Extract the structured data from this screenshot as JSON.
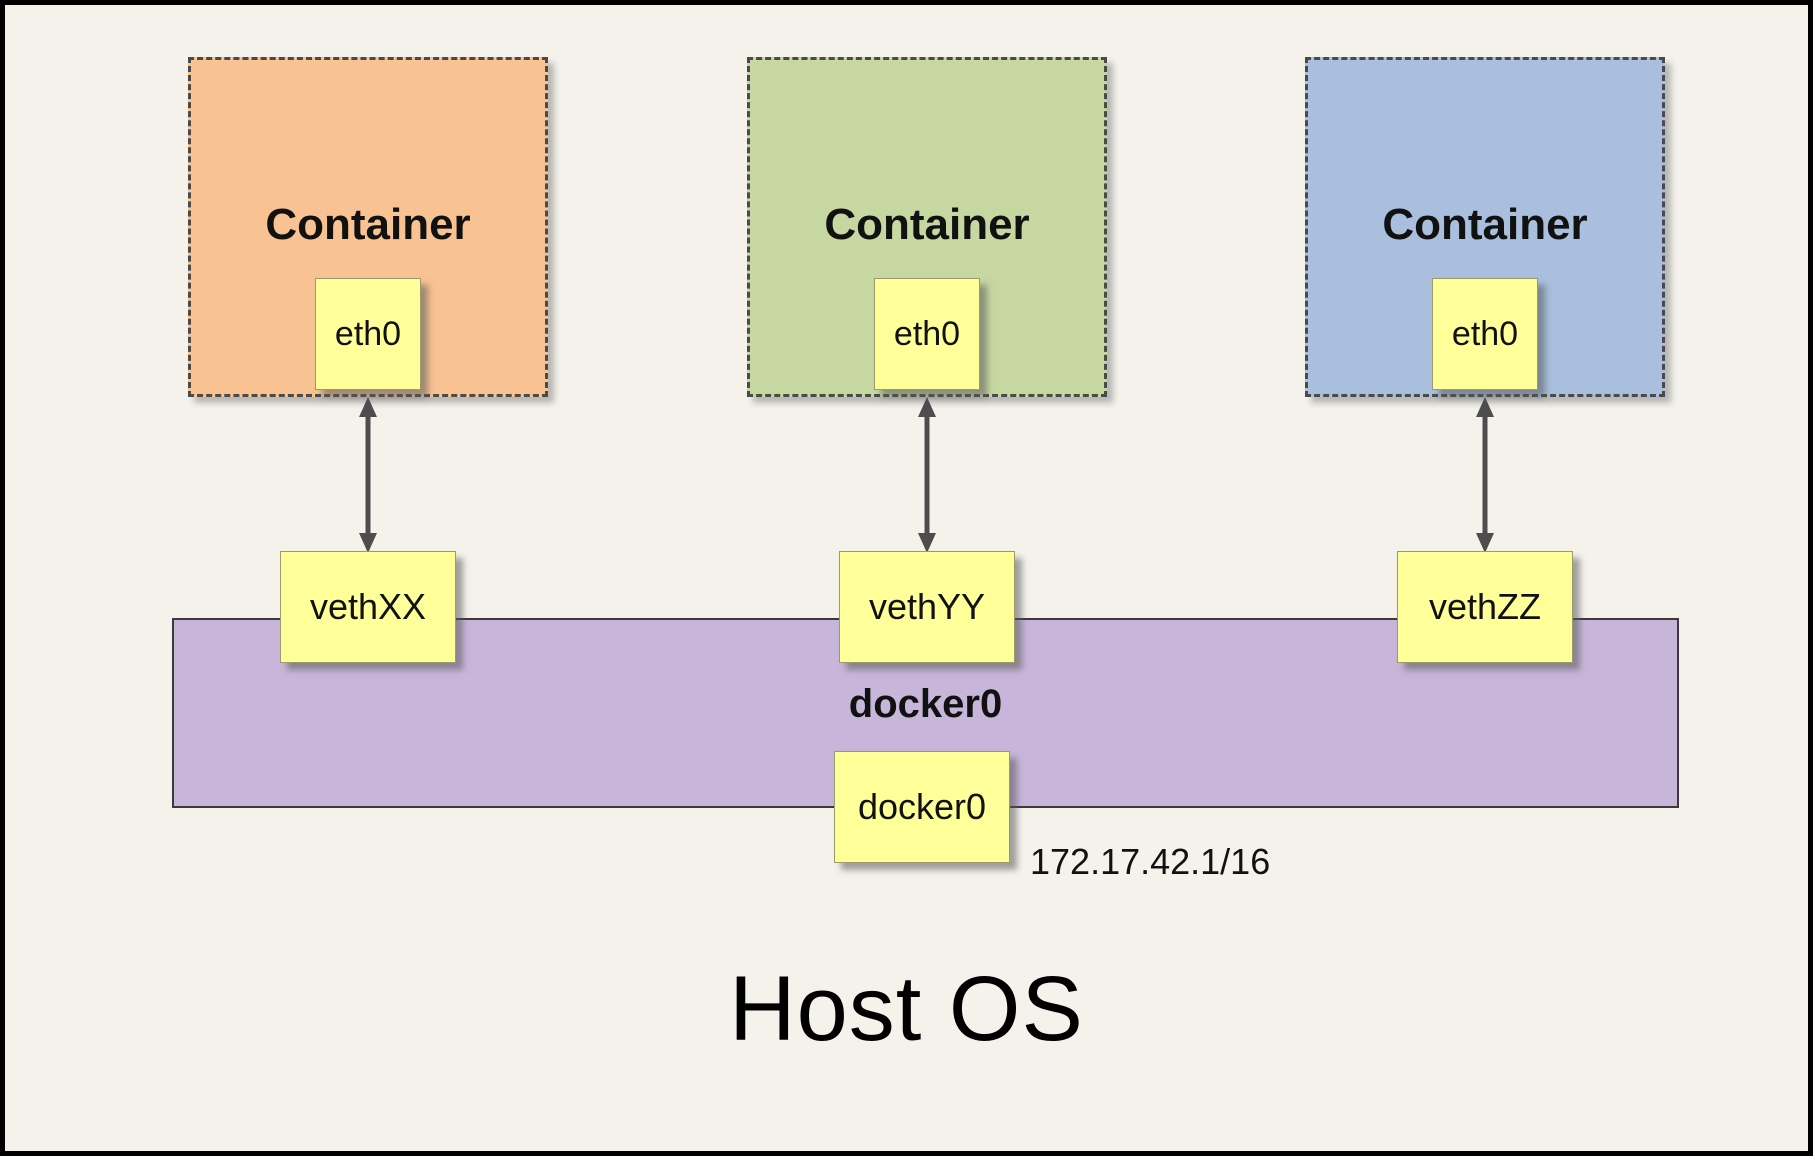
{
  "page": {
    "background_color": "#f5f2ec",
    "border_color": "#000000",
    "note_color": "#ffff99"
  },
  "containers": [
    {
      "title": "Container",
      "interface_label": "eth0",
      "fill": "#f9c293",
      "veth_label": "vethXX"
    },
    {
      "title": "Container",
      "interface_label": "eth0",
      "fill": "#c6d7a2",
      "veth_label": "vethYY"
    },
    {
      "title": "Container",
      "interface_label": "eth0",
      "fill": "#a9bfdd",
      "veth_label": "vethZZ"
    }
  ],
  "bridge": {
    "title": "docker0",
    "interface_label": "docker0",
    "ip_address": "172.17.42.1/16",
    "fill": "#c8b6da"
  },
  "host": {
    "title": "Host OS"
  }
}
